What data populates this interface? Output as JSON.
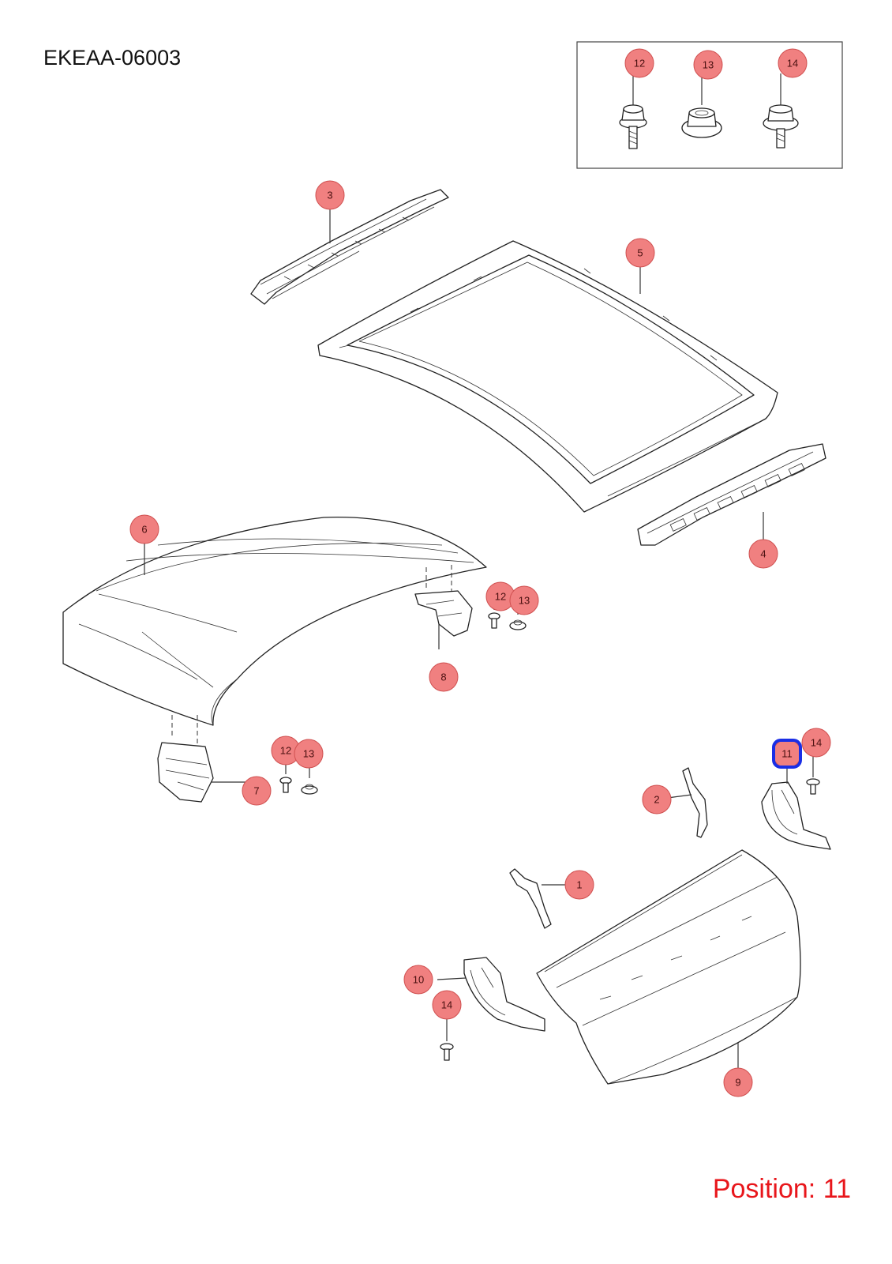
{
  "diagram_code": "EKEAA-06003",
  "position": "Position: 11",
  "selected_callout": "11",
  "colors": {
    "callout_fill": "#f08080",
    "highlight": "#1a2ee6",
    "position_text": "#e8161b"
  },
  "callouts": {
    "c1": "1",
    "c2": "2",
    "c3": "3",
    "c4": "4",
    "c5": "5",
    "c6": "6",
    "c7": "7",
    "c8": "8",
    "c9": "9",
    "c10": "10",
    "c11": "11",
    "c12_box": "12",
    "c13_box": "13",
    "c14_box": "14",
    "c12_a": "12",
    "c13_a": "13",
    "c12_b": "12",
    "c13_b": "13",
    "c14_a": "14",
    "c14_b": "14"
  }
}
